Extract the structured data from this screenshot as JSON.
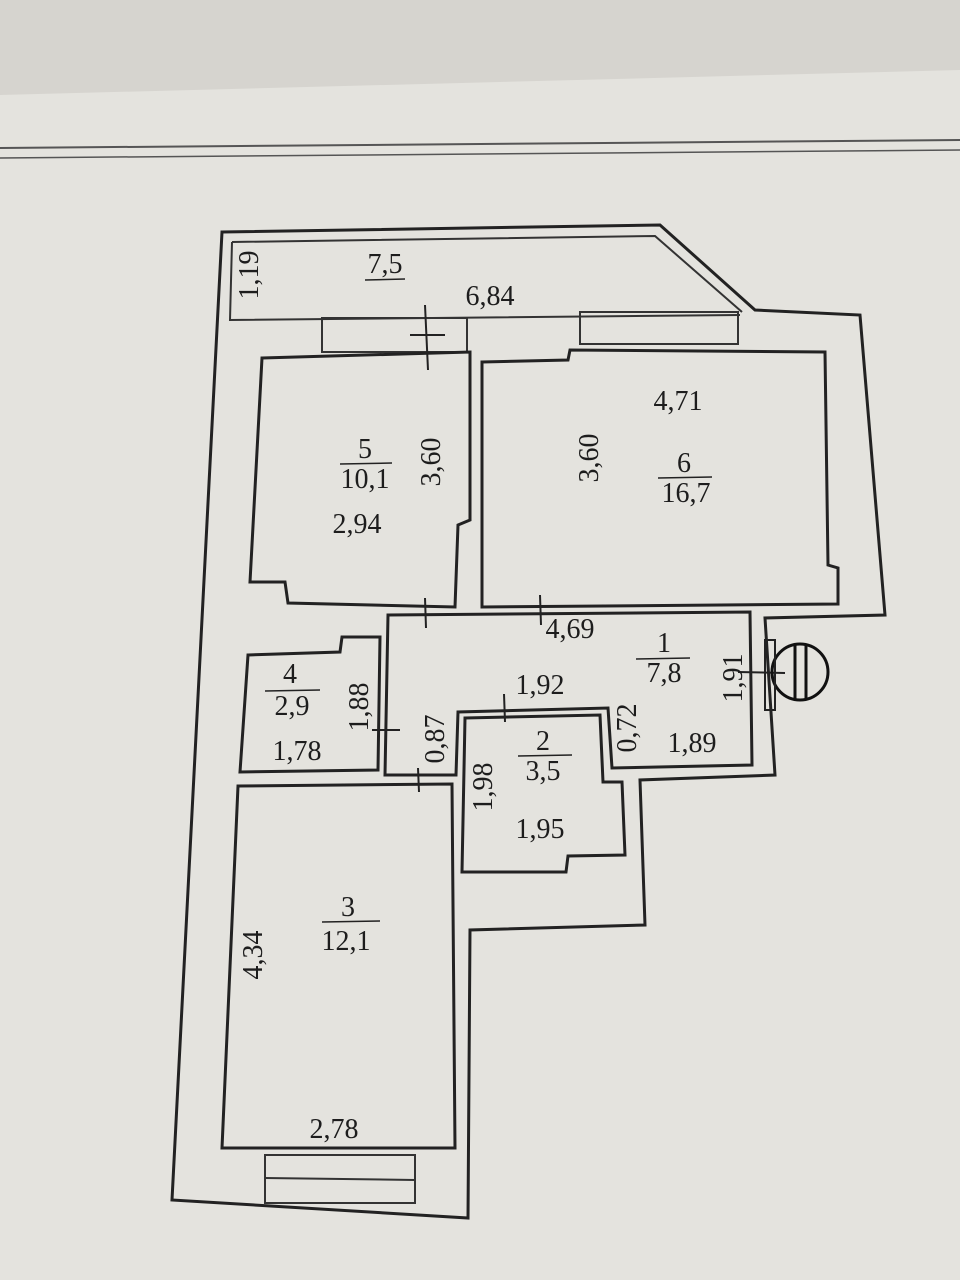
{
  "balcony": {
    "number": "",
    "area": "7,5",
    "width_label": "1,19",
    "length_label": "6,84"
  },
  "rooms": [
    {
      "key": "r5",
      "number": "5",
      "area": "10,1",
      "dim_a": "3,60",
      "dim_b": "2,94"
    },
    {
      "key": "r6",
      "number": "6",
      "area": "16,7",
      "dim_a": "3,60",
      "dim_b": "4,71"
    },
    {
      "key": "r1",
      "number": "1",
      "area": "7,8",
      "dim_a": "4,69",
      "dim_b": "1,91",
      "dim_c": "1,89",
      "dim_d": "0,72",
      "dim_e": "1,92"
    },
    {
      "key": "r4",
      "number": "4",
      "area": "2,9",
      "dim_a": "1,88",
      "dim_b": "1,78"
    },
    {
      "key": "r2",
      "number": "2",
      "area": "3,5",
      "dim_a": "1,98",
      "dim_b": "1,95"
    },
    {
      "key": "r3",
      "number": "3",
      "area": "12,1",
      "dim_a": "4,34",
      "dim_b": "2,78"
    }
  ],
  "extra_dims": {
    "door_gap": "0,87"
  },
  "colors": {
    "paper": "#e4e3de",
    "ink": "#222222",
    "background": "#d9d7d2"
  },
  "icons": {
    "entrance": "entrance-symbol-icon"
  }
}
